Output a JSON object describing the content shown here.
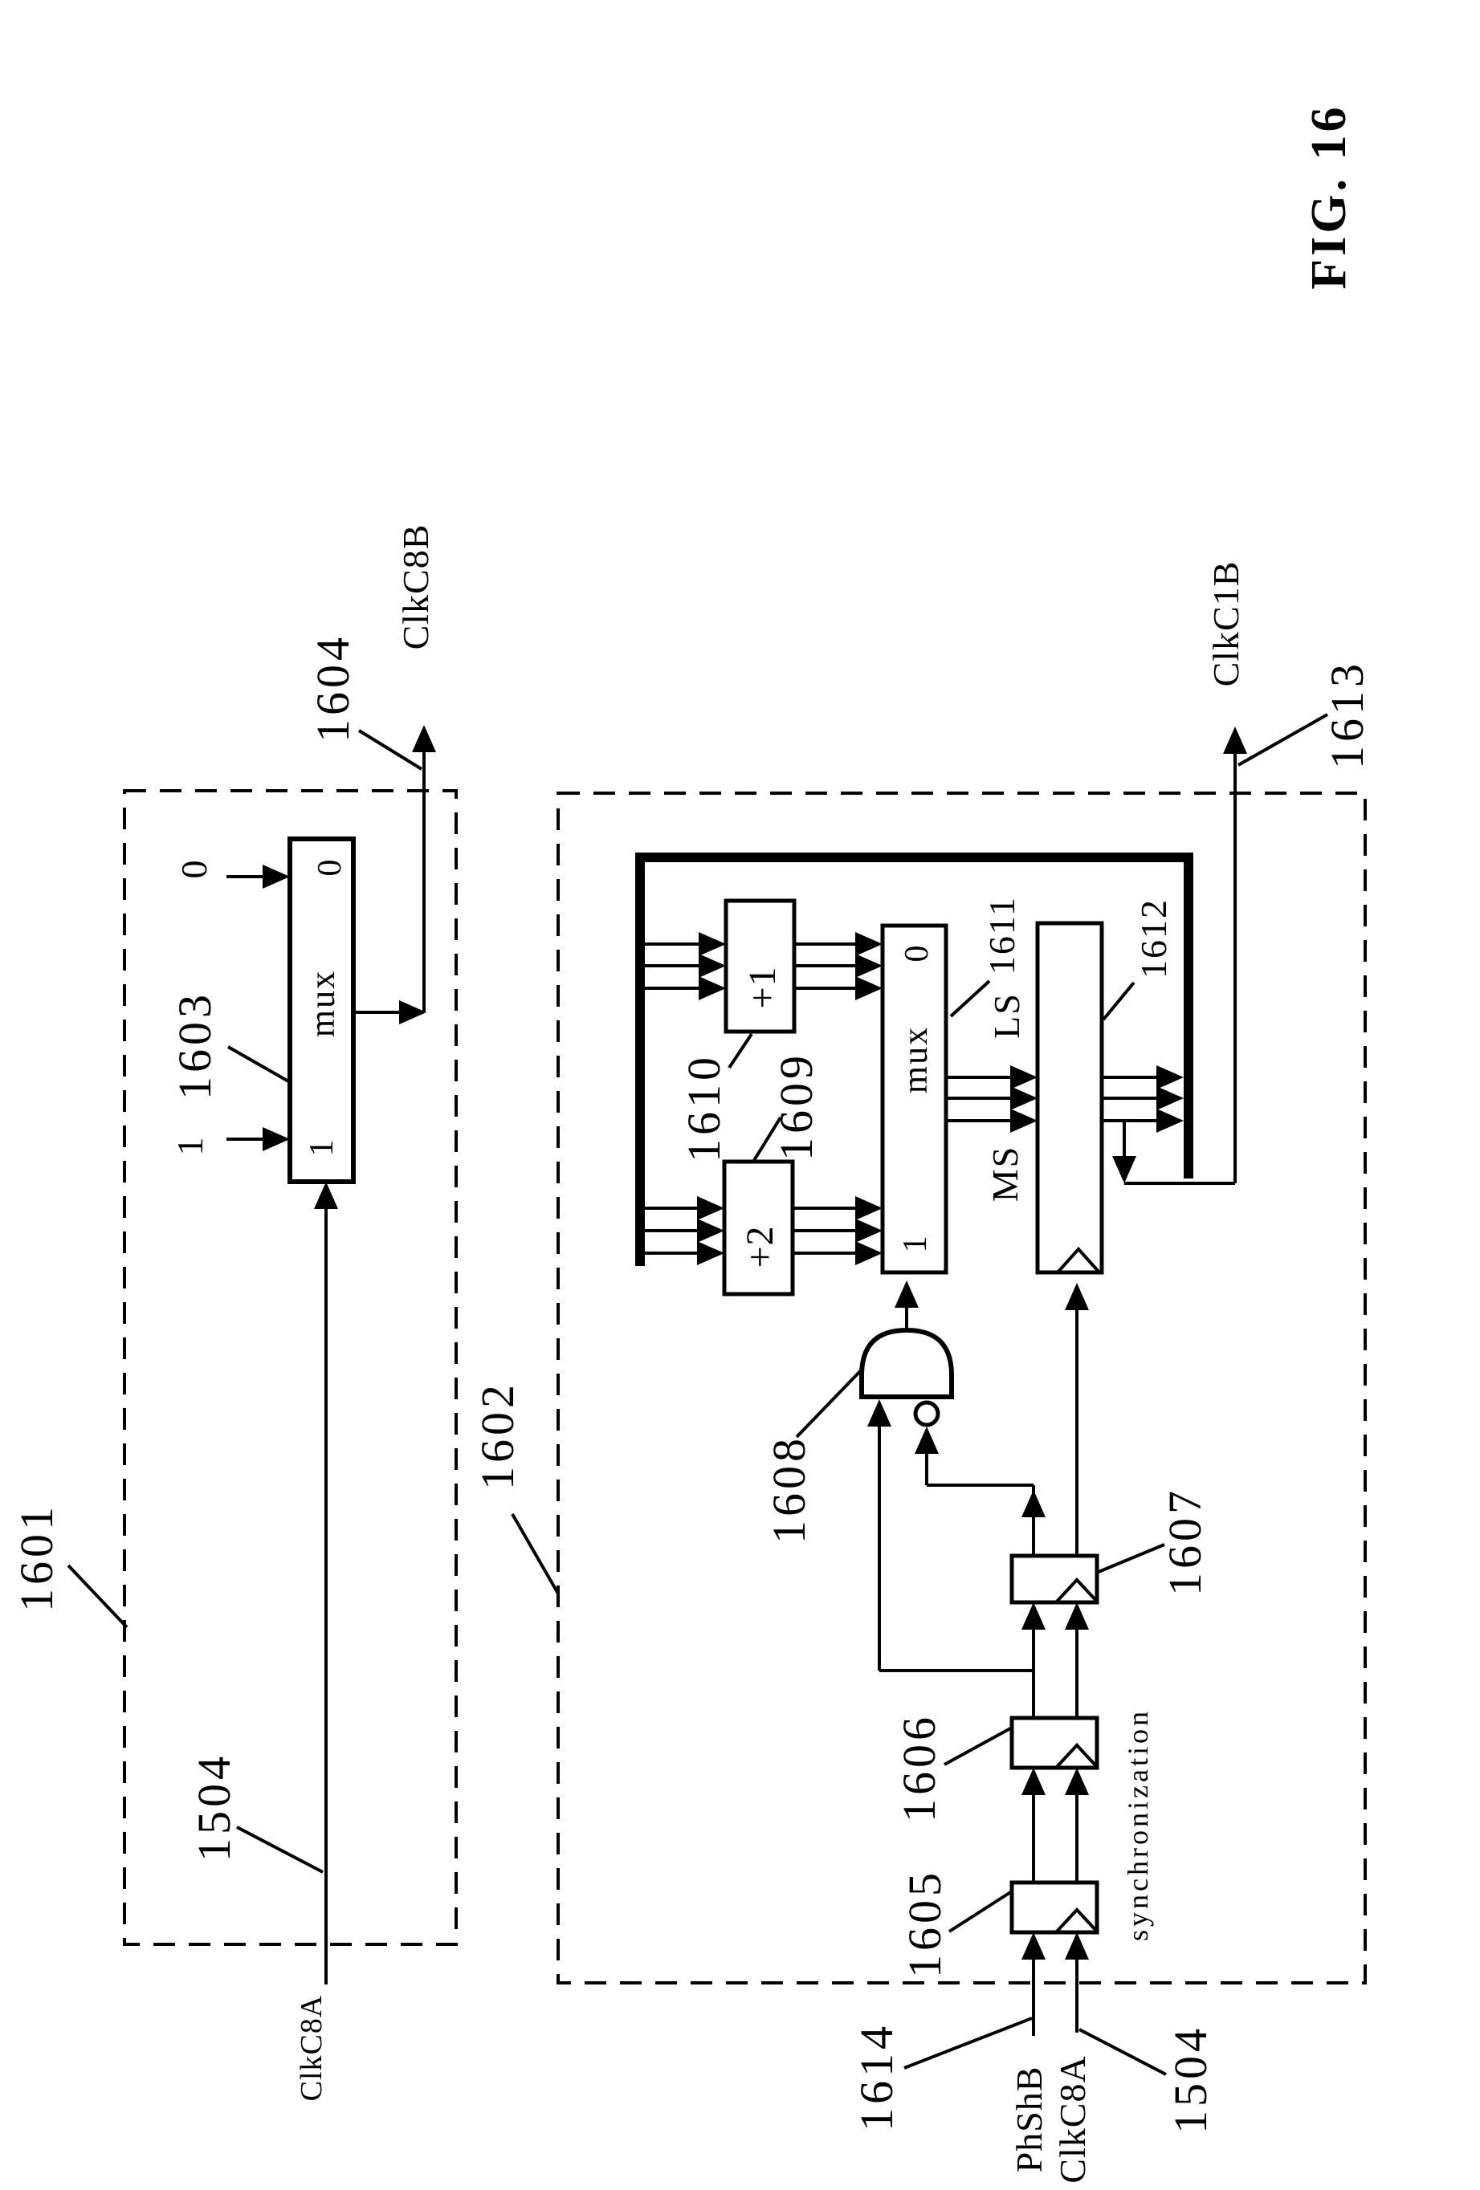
{
  "figure_caption": "FIG. 16",
  "colors": {
    "ink": "#000000",
    "paper": "#ffffff"
  },
  "divide_by_8_block": {
    "ref": "1601",
    "mux": {
      "ref": "1603",
      "label": "mux",
      "port_top": "0",
      "port_bottom": "1"
    },
    "const_inputs": {
      "zero": "0",
      "one": "1"
    },
    "output": {
      "signal": "ClkC8B",
      "ref": "1604"
    },
    "clock_input": {
      "signal": "ClkC8A",
      "ref": "1504"
    }
  },
  "divide_by_1_5_block": {
    "ref": "1602",
    "plus1": {
      "label": "+1",
      "ref": "1610"
    },
    "plus2": {
      "label": "+2",
      "ref": "1609"
    },
    "mux": {
      "ref": "1611",
      "label": "mux",
      "port_top": "0",
      "port_bottom": "1"
    },
    "register": {
      "ref": "1612",
      "port_ls": "LS",
      "port_ms": "MS"
    },
    "and_gate": {
      "ref": "1608"
    },
    "sync_ff1": {
      "ref": "1605"
    },
    "sync_ff2": {
      "ref": "1606"
    },
    "sync_ff3": {
      "ref": "1607"
    },
    "sync_caption": "synchronization",
    "output": {
      "signal": "ClkC1B",
      "ref": "1613"
    },
    "phase_input": {
      "signal": "PhShB",
      "ref": "1614"
    },
    "clock_input": {
      "signal": "ClkC8A",
      "ref": "1504"
    }
  }
}
